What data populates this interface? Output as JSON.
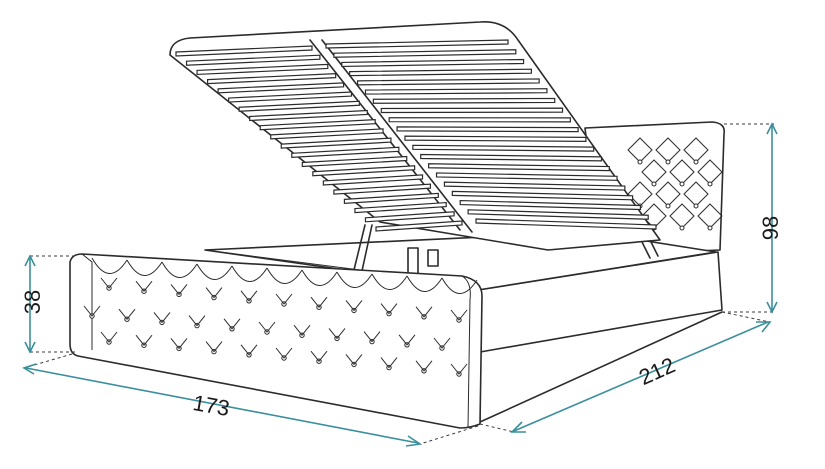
{
  "diagram": {
    "dimensions": {
      "height_footboard": "38",
      "height_headboard": "98",
      "width": "173",
      "length": "212"
    },
    "colors": {
      "dimension_line": "#3a8f9c",
      "outline": "#2b2b2b",
      "background": "#ffffff"
    }
  }
}
